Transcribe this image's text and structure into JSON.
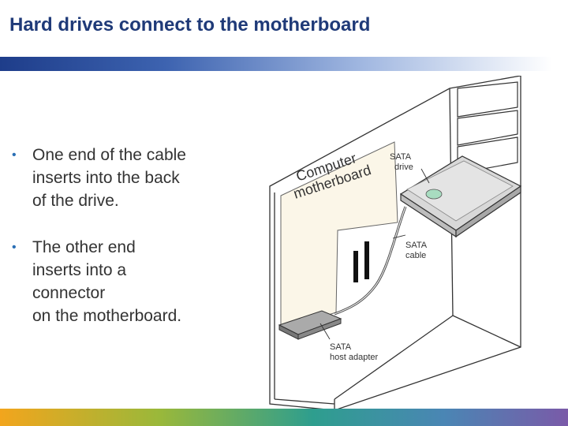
{
  "slide": {
    "title": "Hard drives connect to the motherboard",
    "bullets": [
      "One end of the cable\ninserts into the back\nof the drive.",
      "The other end\ninserts into a\nconnector\non the motherboard."
    ]
  },
  "figure": {
    "label_motherboard_line1": "Computer",
    "label_motherboard_line2": "motherboard",
    "label_drive_line1": "SATA",
    "label_drive_line2": "drive",
    "label_cable_line1": "SATA",
    "label_cable_line2": "cable",
    "label_adapter_line1": "SATA",
    "label_adapter_line2": "host adapter"
  },
  "colors": {
    "title": "#1f3a78",
    "bullet_dot": "#2a6fb5",
    "board": "#fbf6e8"
  },
  "icons": {
    "bullet": "bullet-dot-icon"
  }
}
